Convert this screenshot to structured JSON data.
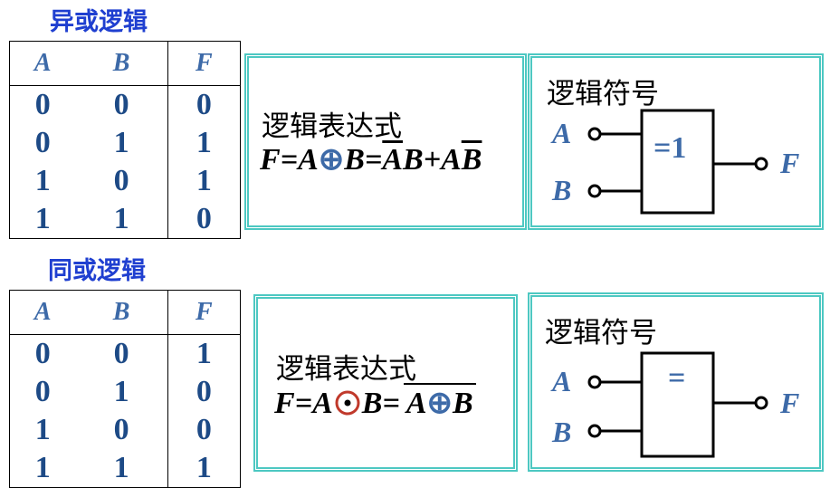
{
  "xor": {
    "title": "异或逻辑",
    "table": {
      "headers": [
        "A",
        "B",
        "F"
      ],
      "rows": [
        [
          "0",
          "0",
          "0"
        ],
        [
          "0",
          "1",
          "1"
        ],
        [
          "1",
          "0",
          "1"
        ],
        [
          "1",
          "1",
          "0"
        ]
      ]
    },
    "expr_label": "逻辑表达式",
    "expr": {
      "F": "F",
      "eq1": "=",
      "A": "A",
      "op": "⊕",
      "B": "B",
      "eq2": "=",
      "nA": "A",
      "B2": "B",
      "plus": "+",
      "A2": "A",
      "nB": "B"
    },
    "symbol_label": "逻辑符号",
    "gate": {
      "in1": "A",
      "in2": "B",
      "out": "F",
      "mark": "=1"
    }
  },
  "xnor": {
    "title": "同或逻辑",
    "table": {
      "headers": [
        "A",
        "B",
        "F"
      ],
      "rows": [
        [
          "0",
          "0",
          "1"
        ],
        [
          "0",
          "1",
          "0"
        ],
        [
          "1",
          "0",
          "0"
        ],
        [
          "1",
          "1",
          "1"
        ]
      ]
    },
    "expr_label": "逻辑表达式",
    "expr": {
      "F": "F",
      "eq1": "=",
      "A": "A",
      "B": "B",
      "eq2": "=",
      "nA": "A",
      "op": "⊕",
      "nB": "B"
    },
    "symbol_label": "逻辑符号",
    "gate": {
      "in1": "A",
      "in2": "B",
      "out": "F",
      "mark": "="
    }
  },
  "colors": {
    "title": "#1f3fd0",
    "header": "#3d6aa8",
    "cell": "#1d4a86",
    "frame": "#4dc8c2",
    "odot": "#c0392b"
  }
}
